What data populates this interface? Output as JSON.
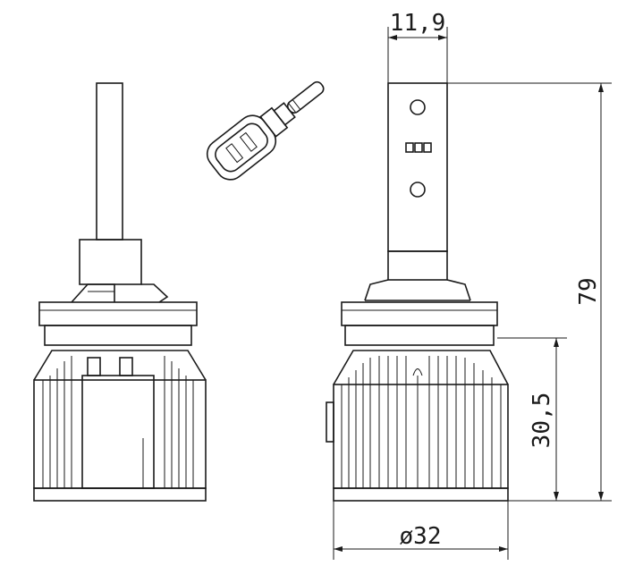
{
  "drawing": {
    "line_color": "#1a1a1a",
    "background": "#ffffff",
    "dimensions": {
      "width_top": "11,9",
      "total_height": "79",
      "base_height": "30,5",
      "diameter": "ø32"
    }
  }
}
